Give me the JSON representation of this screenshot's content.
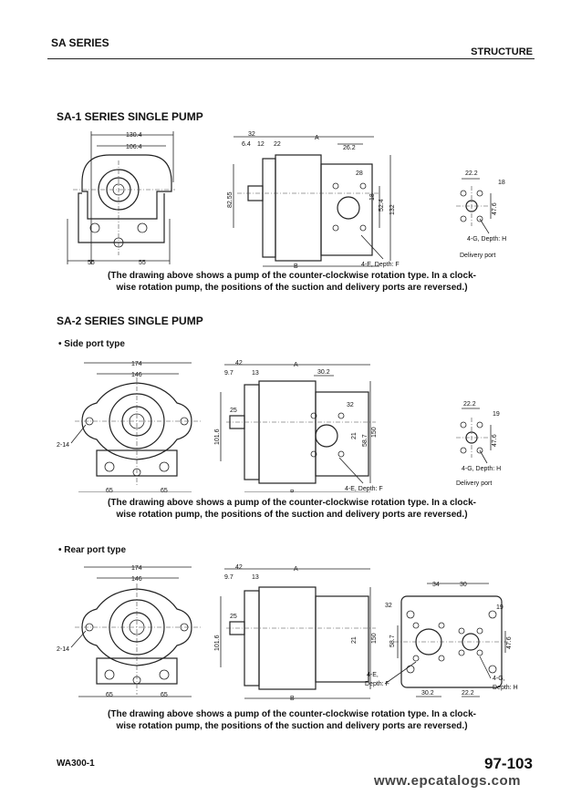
{
  "header": {
    "series": "SA SERIES",
    "section": "STRUCTURE"
  },
  "sa1": {
    "title": "SA-1 SERIES SINGLE PUMP",
    "front_dims": [
      "130.4",
      "106.4",
      "55",
      "55"
    ],
    "side_dims": [
      "32",
      "A",
      "6.4",
      "12",
      "22",
      "26.2",
      "28",
      "82.55",
      "52.4",
      "18",
      "132",
      "B",
      "4-E, Depth: F"
    ],
    "port_dims": [
      "22.2",
      "18",
      "47.6",
      "4-G, Depth: H"
    ],
    "port_label": "Delivery port",
    "caption_1": "(The drawing above shows a pump of the counter-clockwise rotation type. In a clock-",
    "caption_2": "wise rotation pump, the positions of the suction and delivery ports are reversed.)"
  },
  "sa2": {
    "title": "SA-2 SERIES SINGLE PUMP",
    "side_port": {
      "label": "Side port type",
      "front_dims": [
        "174",
        "146",
        "2-14",
        "65",
        "65"
      ],
      "side_dims": [
        "42",
        "A",
        "9.7",
        "13",
        "30.2",
        "25",
        "32",
        "101.6",
        "58.7",
        "21",
        "150",
        "B",
        "4-E, Depth: F"
      ],
      "port_dims": [
        "22.2",
        "19",
        "47.6",
        "4-G, Depth: H"
      ],
      "port_label": "Delivery port",
      "caption_1": "(The drawing above shows a pump of the counter-clockwise rotation type. In a clock-",
      "caption_2": "wise rotation pump, the positions of the suction and delivery ports are reversed.)"
    },
    "rear_port": {
      "label": "Rear port type",
      "front_dims": [
        "174",
        "146",
        "2-14",
        "65",
        "65"
      ],
      "side_dims": [
        "42",
        "A",
        "9.7",
        "13",
        "25",
        "101.6",
        "21",
        "150",
        "B"
      ],
      "rear_dims": [
        "34",
        "30",
        "32",
        "19",
        "58.7",
        "47.6",
        "4-E,",
        "Depth: F",
        "4-G,",
        "Depth: H",
        "30.2",
        "22.2"
      ],
      "caption_1": "(The drawing above shows a pump of the counter-clockwise rotation type. In a clock-",
      "caption_2": "wise rotation pump, the positions of the suction and delivery ports are reversed.)"
    }
  },
  "footer": {
    "model": "WA300-1",
    "page": "97-103",
    "watermark": "www.epcatalogs.com"
  }
}
